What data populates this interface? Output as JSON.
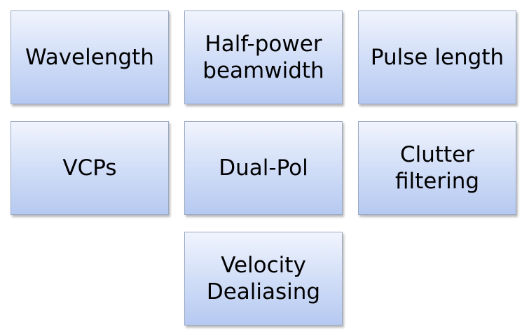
{
  "tiles": [
    {
      "lines": [
        "Wavelength"
      ]
    },
    {
      "lines": [
        "Half-power",
        "beamwidth"
      ]
    },
    {
      "lines": [
        "Pulse length"
      ]
    },
    {
      "lines": [
        "VCPs"
      ]
    },
    {
      "lines": [
        "Dual-Pol"
      ]
    },
    {
      "lines": [
        "Clutter",
        "filtering"
      ]
    },
    {
      "lines": [
        "Velocity",
        "Dealiasing"
      ]
    }
  ]
}
